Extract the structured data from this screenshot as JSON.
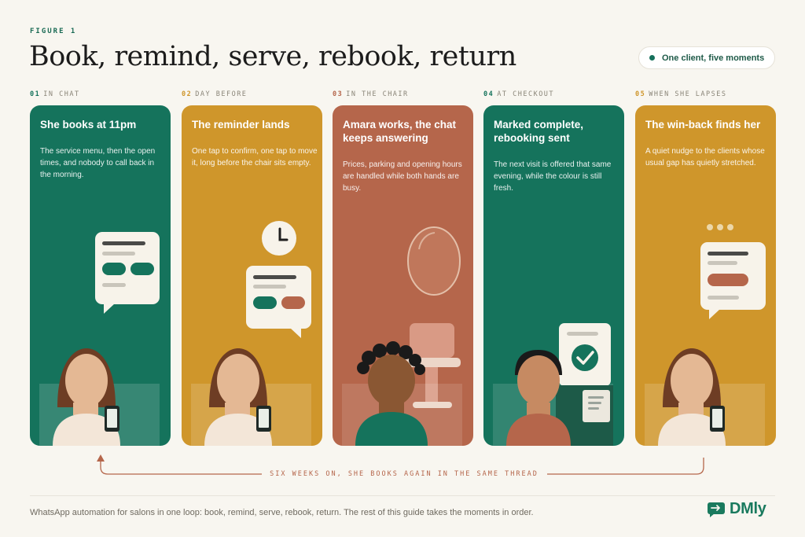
{
  "figure_label": "FIGURE 1",
  "title": "Book, remind, serve, rebook, return",
  "badge": "One client, five moments",
  "steps": [
    {
      "num": "01",
      "tag": "IN CHAT",
      "heading": "She books at 11pm",
      "body": "The service menu, then the open times, and nobody to call back in the morning."
    },
    {
      "num": "02",
      "tag": "DAY BEFORE",
      "heading": "The reminder lands",
      "body": "One tap to confirm, one tap to move it, long before the chair sits empty."
    },
    {
      "num": "03",
      "tag": "IN THE CHAIR",
      "heading": "Amara works, the chat keeps answering",
      "body": "Prices, parking and opening hours are handled while both hands are busy."
    },
    {
      "num": "04",
      "tag": "AT CHECKOUT",
      "heading": "Marked complete, rebooking sent",
      "body": "The next visit is offered that same evening, while the colour is still fresh."
    },
    {
      "num": "05",
      "tag": "WHEN SHE LAPSES",
      "heading": "The win-back finds her",
      "body": "A quiet nudge to the clients whose usual gap has quietly stretched."
    }
  ],
  "loop_label": "SIX WEEKS ON, SHE BOOKS AGAIN IN THE SAME THREAD",
  "footer": "WhatsApp automation for salons in one loop: book, remind, serve, rebook, return. The rest of this guide takes the moments in order.",
  "brand": "DMly",
  "colors": {
    "green": "#15735c",
    "mustard": "#cf962b",
    "terracotta": "#b5664b",
    "cream": "#f8f6f0"
  }
}
